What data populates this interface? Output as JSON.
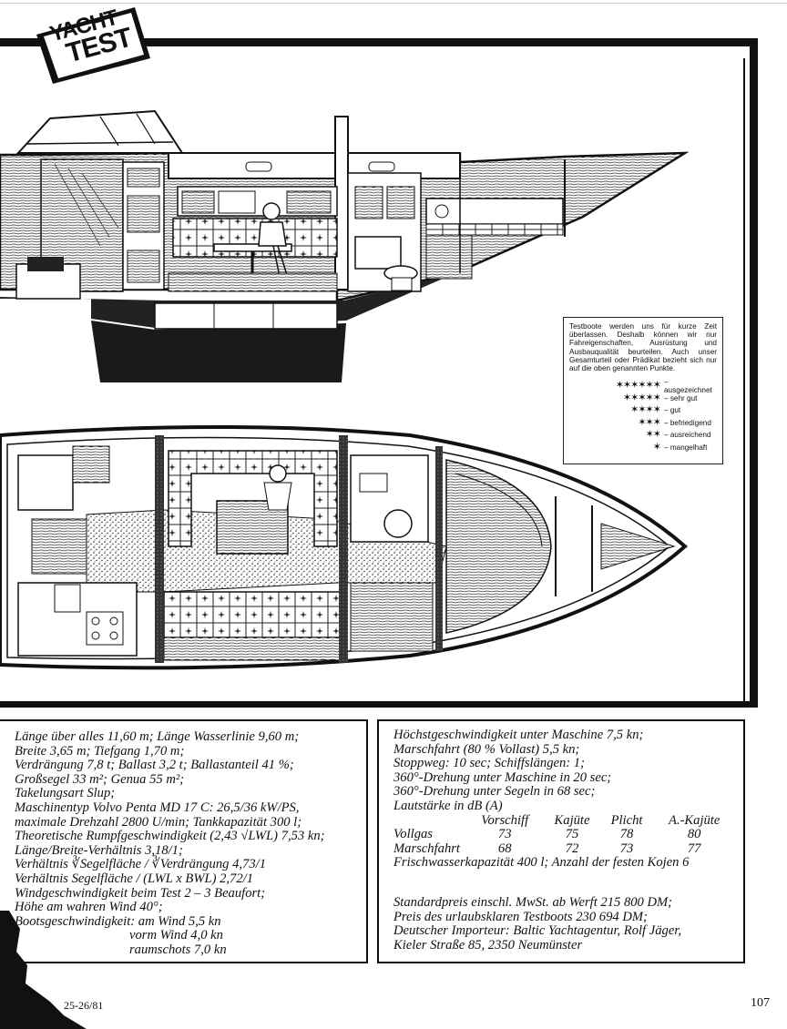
{
  "logo": {
    "line1": "YACHT",
    "line2": "TEST"
  },
  "legend": {
    "text": "Testboote werden uns für kurze Zeit überlassen. Deshalb können wir nur Fahreigenschaften, Ausrüstung und Ausbauqualität beurteilen. Auch unser Gesamturteil oder Prädikat bezieht sich nur auf die oben genannten Punkte.",
    "ratings": [
      {
        "stars": 6,
        "label": "– ausgezeichnet"
      },
      {
        "stars": 5,
        "label": "– sehr gut"
      },
      {
        "stars": 4,
        "label": "– gut"
      },
      {
        "stars": 3,
        "label": "– befriedigend"
      },
      {
        "stars": 2,
        "label": "– ausreichend"
      },
      {
        "stars": 1,
        "label": "– mangelhaft"
      }
    ]
  },
  "specs_left": [
    "Länge über alles 11,60 m; Länge Wasserlinie 9,60 m;",
    "Breite 3,65 m; Tiefgang 1,70 m;",
    "Verdrängung 7,8 t; Ballast 3,2 t; Ballastanteil 41 %;",
    "Großsegel 33 m²; Genua 55 m²;",
    "Takelungsart Slup;",
    "Maschinentyp Volvo Penta MD 17 C: 26,5/36 kW/PS,",
    "maximale Drehzahl 2800 U/min; Tankkapazität 300 l;",
    "Theoretische Rumpfgeschwindigkeit (2,43 √LWL) 7,53 kn;",
    "Länge/Breite-Verhältnis 3,18/1;",
    "Verhältnis ∛Segelfläche / ∛Verdrängung 4,73/1",
    "Verhältnis Segelfläche / (LWL x BWL) 2,72/1",
    "Windgeschwindigkeit beim Test 2 – 3 Beaufort;",
    "Höhe am wahren Wind 40°;",
    "Bootsgeschwindigkeit: am Wind 5,5 kn"
  ],
  "specs_left_indented": [
    "vorm Wind 4,0 kn",
    "raumschots 7,0 kn"
  ],
  "specs_right_top": [
    "Höchstgeschwindigkeit unter Maschine 7,5 kn;",
    "Marschfahrt (80 % Vollast) 5,5 kn;",
    "Stoppweg: 10 sec; Schiffslängen: 1;",
    "360°-Drehung unter Maschine in 20 sec;",
    "360°-Drehung unter Segeln in 68 sec;",
    "Lautstärke in dB (A)"
  ],
  "noise_table": {
    "headers": [
      "",
      "Vorschiff",
      "Kajüte",
      "Plicht",
      "A.-Kajüte"
    ],
    "rows": [
      [
        "Vollgas",
        "73",
        "75",
        "78",
        "80"
      ],
      [
        "Marschfahrt",
        "68",
        "72",
        "73",
        "77"
      ]
    ]
  },
  "specs_right_mid": "Frischwasserkapazität 400 l; Anzahl der festen Kojen 6",
  "specs_right_bottom": [
    "Standardpreis einschl. MwSt. ab Werft 215 800 DM;",
    "Preis des urlaubsklaren Testboots 230 694 DM;",
    "Deutscher Importeur: Baltic Yachtagentur, Rolf Jäger,",
    "Kieler Straße 85, 2350 Neumünster"
  ],
  "footer": {
    "issue": "25-26/81",
    "page_number": "107"
  }
}
